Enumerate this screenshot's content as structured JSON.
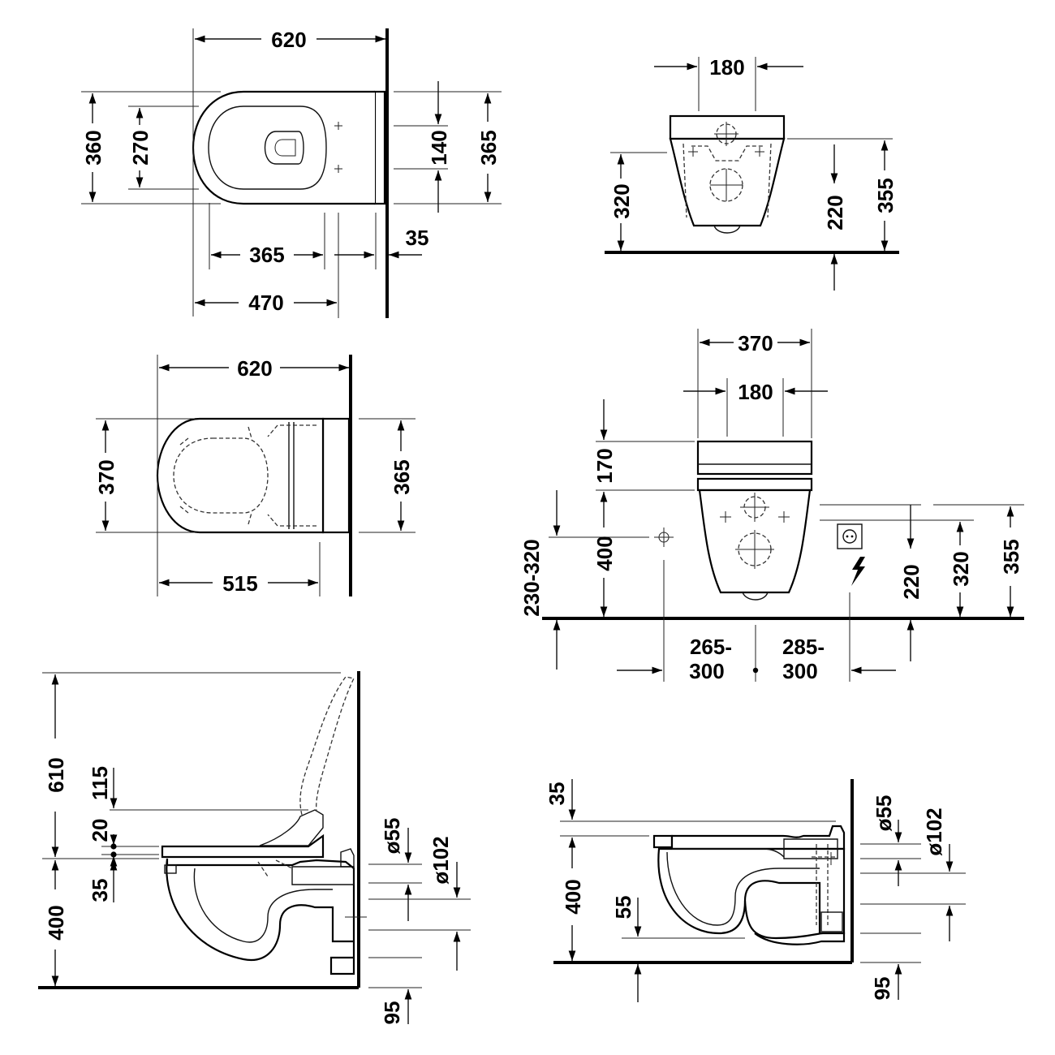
{
  "views": {
    "top_wc": {
      "w_620": "620",
      "h_360": "360",
      "h_270": "270",
      "h_140": "140",
      "h_365": "365",
      "w_365": "365",
      "w_35": "35",
      "w_470": "470"
    },
    "front_wc": {
      "w_180": "180",
      "h_320": "320",
      "h_220": "220",
      "h_355": "355"
    },
    "top_seat": {
      "w_620": "620",
      "h_370": "370",
      "h_365": "365",
      "w_515": "515"
    },
    "front_install": {
      "w_370": "370",
      "w_180": "180",
      "h_170": "170",
      "h_400": "400",
      "h_230_320": "230-320",
      "h_220": "220",
      "h_320": "320",
      "h_355": "355",
      "w_265_a": "265-",
      "w_265_b": "300",
      "w_285_a": "285-",
      "w_285_b": "300"
    },
    "side_seat": {
      "h_610": "610",
      "h_115": "115",
      "h_20": "20",
      "h_35": "35",
      "h_400": "400",
      "d_55": "ø55",
      "d_102": "ø102",
      "h_95": "95"
    },
    "side_wc": {
      "h_35": "35",
      "h_400": "400",
      "h_55": "55",
      "d_55": "ø55",
      "d_102": "ø102",
      "h_95": "95"
    }
  },
  "colors": {
    "line": "#000000",
    "background": "#ffffff"
  }
}
